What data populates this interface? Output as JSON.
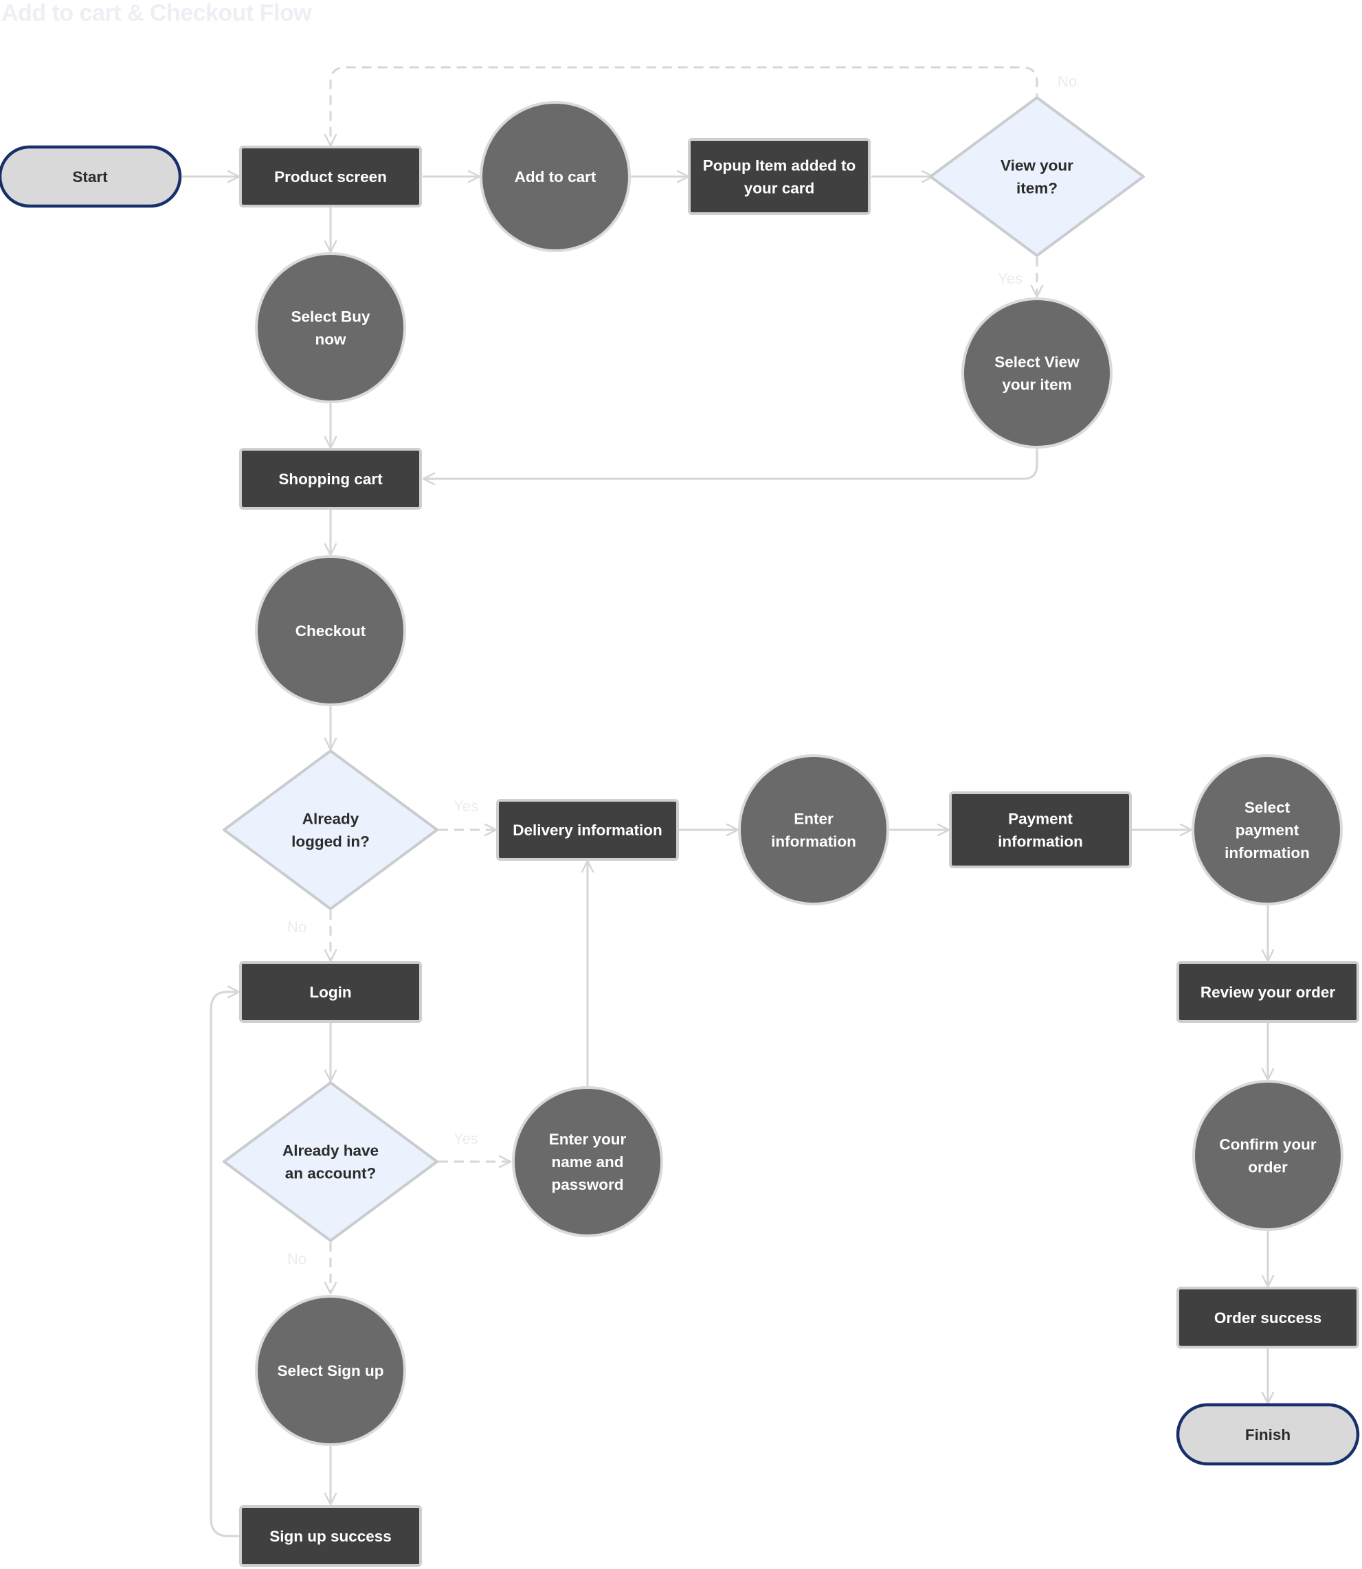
{
  "title": "Add to cart & Checkout Flow",
  "colors": {
    "dark_box": "#404040",
    "circle": "#6a6a6a",
    "decision_fill": "#ebf1fd",
    "decision_stroke": "#c9ccd1",
    "terminal_fill": "#d9d9d9",
    "terminal_stroke": "#17306a",
    "edge": "#d6d6d6"
  },
  "nodes": {
    "start": {
      "lines": [
        "Start"
      ]
    },
    "product_screen": {
      "lines": [
        "Product screen"
      ]
    },
    "add_to_cart": {
      "lines": [
        "Add to cart"
      ]
    },
    "popup": {
      "lines": [
        "Popup Item added to",
        "your card"
      ]
    },
    "view_item": {
      "lines": [
        "View your",
        "item?"
      ]
    },
    "select_buy_now": {
      "lines": [
        "Select Buy",
        "now"
      ]
    },
    "select_view_item": {
      "lines": [
        "Select View",
        "your item"
      ]
    },
    "shopping_cart": {
      "lines": [
        "Shopping cart"
      ]
    },
    "checkout": {
      "lines": [
        "Checkout"
      ]
    },
    "already_logged_in": {
      "lines": [
        "Already",
        "logged in?"
      ]
    },
    "delivery_info": {
      "lines": [
        "Delivery information"
      ]
    },
    "enter_info": {
      "lines": [
        "Enter",
        "information"
      ]
    },
    "payment_info": {
      "lines": [
        "Payment",
        "information"
      ]
    },
    "select_payment": {
      "lines": [
        "Select",
        "payment",
        "information"
      ]
    },
    "login": {
      "lines": [
        "Login"
      ]
    },
    "already_have_account": {
      "lines": [
        "Already have",
        "an account?"
      ]
    },
    "enter_name_password": {
      "lines": [
        "Enter your",
        "name and",
        "password"
      ]
    },
    "review_order": {
      "lines": [
        "Review your order"
      ]
    },
    "confirm_order": {
      "lines": [
        "Confirm your",
        "order"
      ]
    },
    "select_sign_up": {
      "lines": [
        "Select Sign up"
      ]
    },
    "order_success": {
      "lines": [
        "Order success"
      ]
    },
    "finish": {
      "lines": [
        "Finish"
      ]
    },
    "sign_up_success": {
      "lines": [
        "Sign up success"
      ]
    }
  },
  "edge_labels": {
    "view_no": "No",
    "view_yes": "Yes",
    "logged_yes": "Yes",
    "logged_no": "No",
    "account_yes": "Yes",
    "account_no": "No"
  }
}
